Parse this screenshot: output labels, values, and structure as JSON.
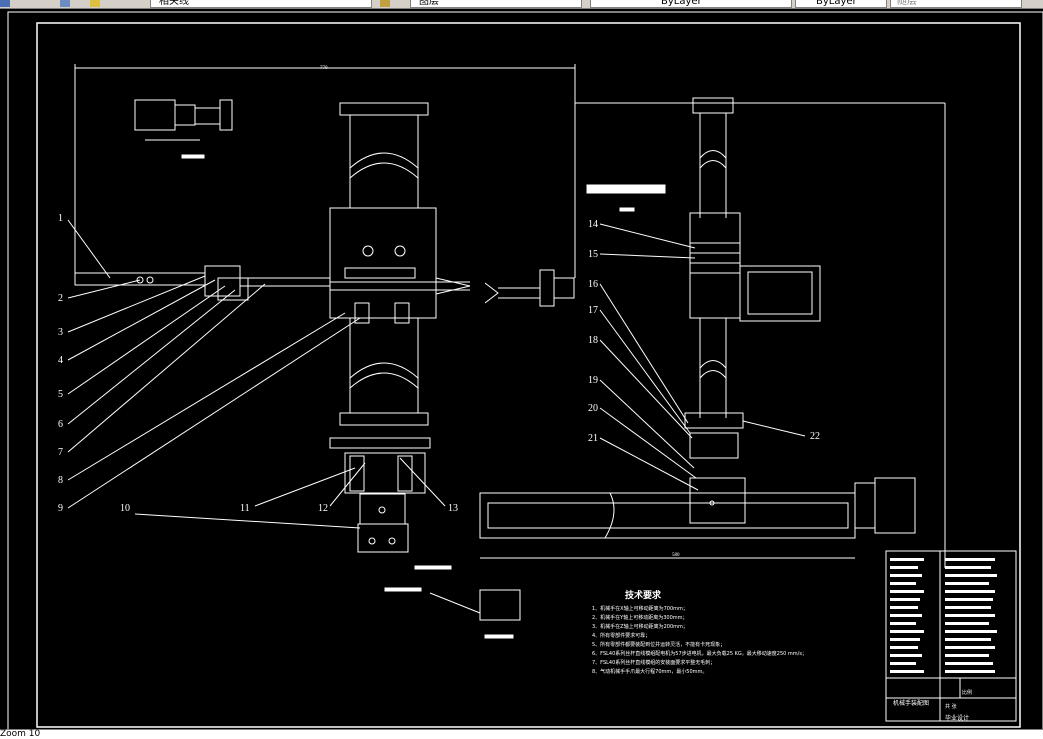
{
  "toolbar": {
    "layer_name": "相关线",
    "layer_field": "图层",
    "linetype_field": "ByLayer",
    "lineweight_field": "ByLayer",
    "color_field": "随层"
  },
  "drawing": {
    "callouts": [
      "1",
      "2",
      "3",
      "4",
      "5",
      "6",
      "7",
      "8",
      "9",
      "10",
      "11",
      "12",
      "13",
      "14",
      "15",
      "16",
      "17",
      "18",
      "19",
      "20",
      "21",
      "22"
    ],
    "dim_top": "770",
    "dim_bottom": "580",
    "tech_req_title": "技术要求",
    "tech_req_lines": [
      "1、机械手在X轴上可移动距离为700mm；",
      "2、机械手在Y轴上可移动距离为300mm；",
      "3、机械手在Z轴上可移动距离为200mm；",
      "4、所有零部件要求可靠；",
      "5、所有零部件都要装配到位并运转灵活，不能有卡死现象；",
      "6、FSL40系列丝杆直线模组配电机为57步进电机，最大负载25 KG，最大移动速度250 mm/s；",
      "7、FSL40系列丝杆直线模组的安装面要求平整无毛刺；",
      "8、气动机械手手爪最大行程70mm，最小50mm。"
    ],
    "title_block": {
      "drawing_name": "机械手装配图",
      "design_label": "毕业设计",
      "scale_label": "比例",
      "sheet_label": "共 张"
    }
  },
  "command_line": "Zoom 10"
}
